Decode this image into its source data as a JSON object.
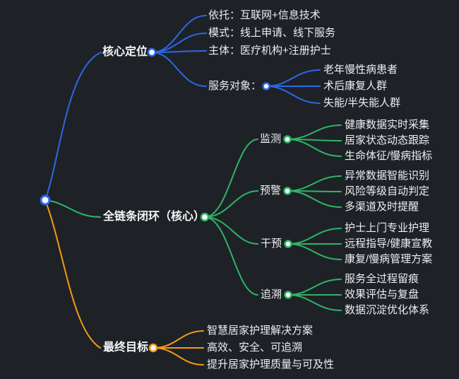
{
  "canvas": {
    "background": "#1e2227"
  },
  "colors": {
    "blue": "#2b68e6",
    "green": "#2eb565",
    "orange": "#f39a15",
    "node_fill": "#ffffff",
    "text": "#eceef1"
  },
  "mindmap": {
    "branches": [
      {
        "label": "核心定位",
        "color": "#2b68e6",
        "children": [
          {
            "label": "依托：互联网+信息技术"
          },
          {
            "label": "模式：线上申请、线下服务"
          },
          {
            "label": "主体：医疗机构+注册护士"
          },
          {
            "label": "服务对象：",
            "children": [
              {
                "label": "老年慢性病患者"
              },
              {
                "label": "术后康复人群"
              },
              {
                "label": "失能/半失能人群"
              }
            ]
          }
        ]
      },
      {
        "label": "全链条闭环（核心）",
        "color": "#2eb565",
        "children": [
          {
            "label": "监测",
            "children": [
              {
                "label": "健康数据实时采集"
              },
              {
                "label": "居家状态动态跟踪"
              },
              {
                "label": "生命体征/慢病指标"
              }
            ]
          },
          {
            "label": "预警",
            "children": [
              {
                "label": "异常数据智能识别"
              },
              {
                "label": "风险等级自动判定"
              },
              {
                "label": "多渠道及时提醒"
              }
            ]
          },
          {
            "label": "干预",
            "children": [
              {
                "label": "护士上门专业护理"
              },
              {
                "label": "远程指导/健康宣教"
              },
              {
                "label": "康复/慢病管理方案"
              }
            ]
          },
          {
            "label": "追溯",
            "children": [
              {
                "label": "服务全过程留痕"
              },
              {
                "label": "效果评估与复盘"
              },
              {
                "label": "数据沉淀优化体系"
              }
            ]
          }
        ]
      },
      {
        "label": "最终目标",
        "color": "#f39a15",
        "children": [
          {
            "label": "智慧居家护理解决方案"
          },
          {
            "label": "高效、安全、可追溯"
          },
          {
            "label": "提升居家护理质量与可及性"
          }
        ]
      }
    ]
  }
}
